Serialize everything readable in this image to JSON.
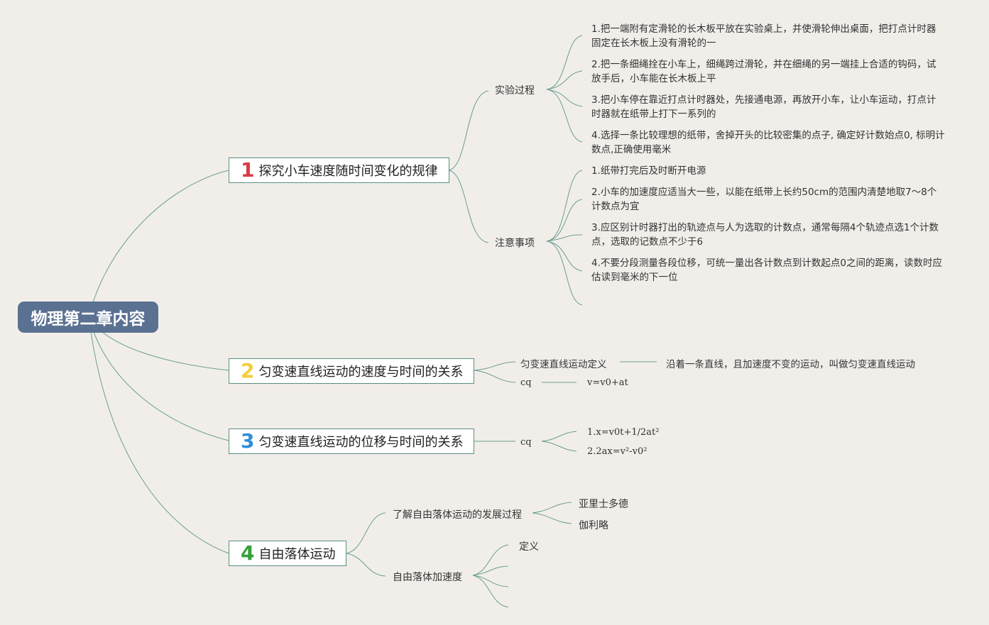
{
  "root": {
    "title": "物理第二章内容"
  },
  "topics": [
    {
      "number": "1",
      "number_color": "#d93a43",
      "title": "探究小车速度随时间变化的规律",
      "children": [
        {
          "label": "实验过程",
          "items": [
            "1.把一端附有定滑轮的长木板平放在实验桌上，并使滑轮伸出桌面，把打点计时器固定在长木板上没有滑轮的一",
            "2.把一条细绳拴在小车上，细绳跨过滑轮，并在细绳的另一端挂上合适的钩码，试放手后，小车能在长木板上平",
            "3.把小车停在靠近打点计时器处，先接通电源，再放开小车，让小车运动，打点计时器就在纸带上打下一系列的",
            "4.选择一条比较理想的纸带，舍掉开头的比较密集的点子, 确定好计数始点0, 标明计数点,正确使用毫米"
          ]
        },
        {
          "label": "注意事项",
          "items": [
            "1.纸带打完后及时断开电源",
            "2.小车的加速度应适当大一些，以能在纸带上长约50cm的范围内清楚地取7～8个计数点为宜",
            "3.应区别计时器打出的轨迹点与人为选取的计数点，通常每隔4个轨迹点选1个计数点，选取的记数点不少于6",
            "4.不要分段测量各段位移，可统一量出各计数点到计数起点0之间的距离，读数时应估读到毫米的下一位"
          ]
        }
      ]
    },
    {
      "number": "2",
      "number_color": "#f4cd3a",
      "title": "匀变速直线运动的速度与时间的关系",
      "children": [
        {
          "label": "匀变速直线运动定义",
          "value": "沿着一条直线，且加速度不变的运动，叫做匀变速直线运动"
        },
        {
          "label": "cq",
          "value": "v=v0+at"
        }
      ]
    },
    {
      "number": "3",
      "number_color": "#2f8ed8",
      "title": "匀变速直线运动的位移与时间的关系",
      "children": [
        {
          "label": "cq",
          "items": [
            "1.x=v0t+1/2at²",
            "2.2ax=v²-v0²"
          ]
        }
      ]
    },
    {
      "number": "4",
      "number_color": "#34a03b",
      "title": "自由落体运动",
      "children": [
        {
          "label": "了解自由落体运动的发展过程",
          "items": [
            "亚里士多德",
            "伽利略"
          ]
        },
        {
          "label": "自由落体加速度",
          "items": [
            "定义"
          ]
        }
      ]
    }
  ],
  "colors": {
    "background": "#f1eeea",
    "root_fill": "#5b7192",
    "line": "#6a9d90"
  }
}
